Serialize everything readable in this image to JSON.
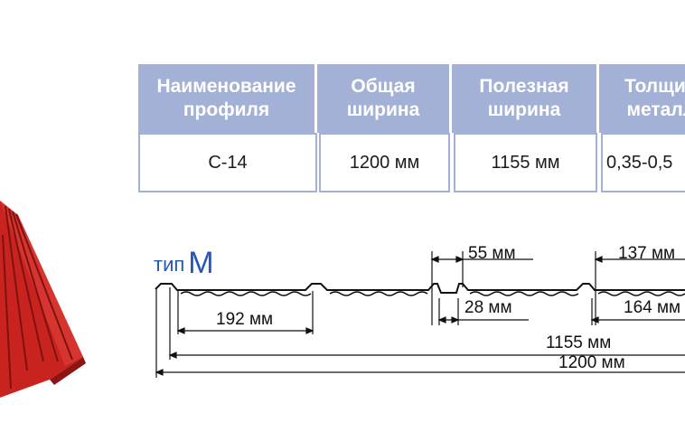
{
  "table": {
    "headers": [
      "Наименование\nпрофиля",
      "Общая\nширина",
      "Полезная\nширина",
      "Толщина\nметалла"
    ],
    "row": [
      "С-14",
      "1200 мм",
      "1155 мм",
      "0,35-0,5"
    ]
  },
  "drawing": {
    "type_prefix": "тип",
    "type_letter": "M",
    "dims": {
      "top_flat": "55 мм",
      "bottom_flat": "28 мм",
      "pitch_top": "137 мм",
      "pitch_bottom": "164 мм",
      "first_wave": "192 мм",
      "useful_width": "1155 мм",
      "total_width": "1200 мм"
    }
  },
  "colors": {
    "header_bg": "#a4b1d6",
    "type_label": "#2357b8",
    "roof_sheet": "#c8231f"
  }
}
